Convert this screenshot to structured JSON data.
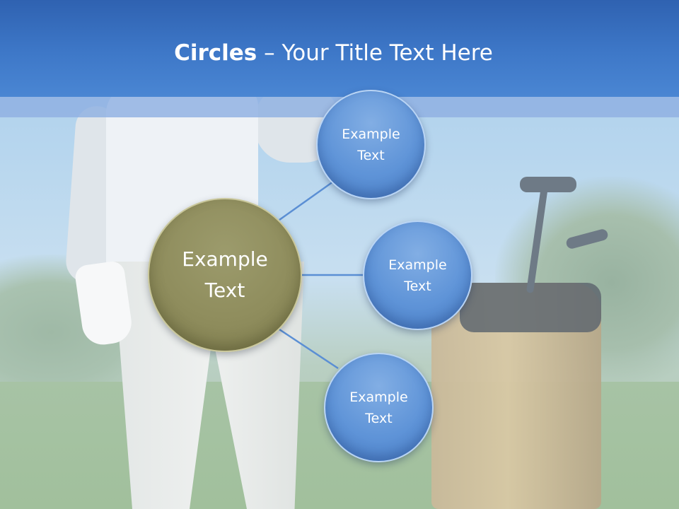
{
  "slide": {
    "title_bold": "Circles",
    "title_rest": " – Your Title Text Here"
  },
  "circles": {
    "main": {
      "line1": "Example",
      "line2": "Text"
    },
    "items": [
      {
        "line1": "Example",
        "line2": "Text"
      },
      {
        "line1": "Example",
        "line2": "Text"
      },
      {
        "line1": "Example",
        "line2": "Text"
      }
    ]
  },
  "colors": {
    "header": "#3e78c8",
    "main_circle": "#8f8d5d",
    "small_circle": "#5f94d8",
    "connector": "#5b8fd4"
  }
}
